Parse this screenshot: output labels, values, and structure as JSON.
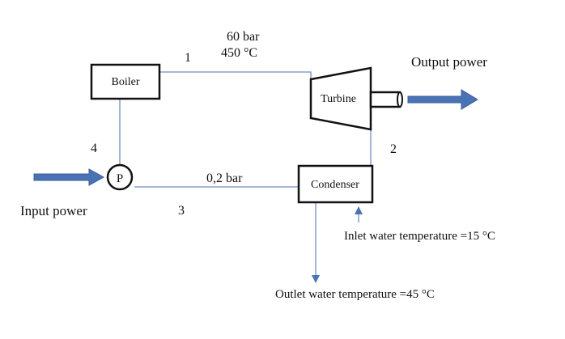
{
  "components": {
    "boiler": "Boiler",
    "turbine": "Turbine",
    "condenser": "Condenser",
    "pump": "P"
  },
  "states": {
    "s1": "1",
    "s2": "2",
    "s3": "3",
    "s4": "4"
  },
  "conditions": {
    "high_pressure": "60 bar",
    "high_temperature": "450 °C",
    "low_pressure": "0,2 bar"
  },
  "labels": {
    "output_power": "Output power",
    "input_power": "Input power",
    "inlet_water": "Inlet water temperature =15 °C",
    "outlet_water": "Outlet water temperature =45 °C"
  },
  "colors": {
    "pipe": "#6f8fbf",
    "power_arrow": "#4a73b5",
    "box_stroke": "#111111"
  }
}
